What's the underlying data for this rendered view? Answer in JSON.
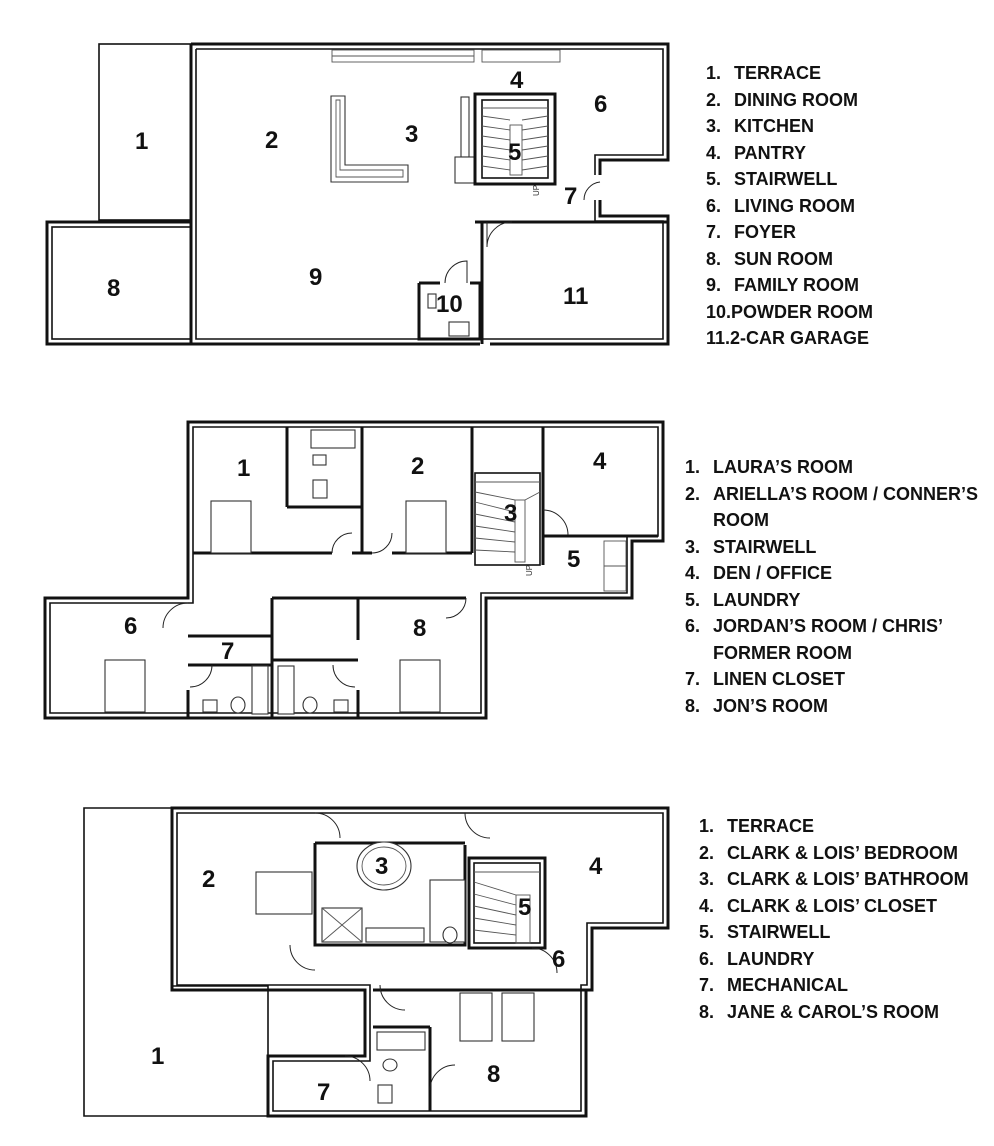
{
  "floors": [
    {
      "room_numbers": [
        "1",
        "2",
        "3",
        "4",
        "5",
        "6",
        "7",
        "8",
        "9",
        "10",
        "11"
      ],
      "stair_up_label": "UP",
      "legend": [
        {
          "num": "1.",
          "label": "TERRACE"
        },
        {
          "num": "2.",
          "label": "DINING ROOM"
        },
        {
          "num": "3.",
          "label": "KITCHEN"
        },
        {
          "num": "4.",
          "label": "PANTRY"
        },
        {
          "num": "5.",
          "label": "STAIRWELL"
        },
        {
          "num": "6.",
          "label": "LIVING ROOM"
        },
        {
          "num": "7.",
          "label": "FOYER"
        },
        {
          "num": "8.",
          "label": "SUN ROOM"
        },
        {
          "num": "9.",
          "label": "FAMILY ROOM"
        },
        {
          "num": "10.",
          "label": "POWDER ROOM"
        },
        {
          "num": "11.",
          "label": "2-CAR GARAGE"
        }
      ]
    },
    {
      "room_numbers": [
        "1",
        "2",
        "3",
        "4",
        "5",
        "6",
        "7",
        "8"
      ],
      "stair_up_label": "UP",
      "legend": [
        {
          "num": "1.",
          "label": "LAURA’S ROOM",
          "label2": ""
        },
        {
          "num": "2.",
          "label": "ARIELLA’S ROOM / CONNER’S",
          "label2": "ROOM"
        },
        {
          "num": "3.",
          "label": "STAIRWELL",
          "label2": ""
        },
        {
          "num": "4.",
          "label": "DEN / OFFICE",
          "label2": ""
        },
        {
          "num": "5.",
          "label": "LAUNDRY",
          "label2": ""
        },
        {
          "num": "6.",
          "label": "JORDAN’S ROOM / CHRIS’",
          "label2": "FORMER ROOM"
        },
        {
          "num": "7.",
          "label": "LINEN CLOSET",
          "label2": ""
        },
        {
          "num": "8.",
          "label": "JON’S ROOM",
          "label2": ""
        }
      ]
    },
    {
      "room_numbers": [
        "1",
        "2",
        "3",
        "4",
        "5",
        "6",
        "7",
        "8"
      ],
      "legend": [
        {
          "num": "1.",
          "label": "TERRACE"
        },
        {
          "num": "2.",
          "label": "CLARK & LOIS’ BEDROOM"
        },
        {
          "num": "3.",
          "label": "CLARK & LOIS’ BATHROOM"
        },
        {
          "num": "4.",
          "label": "CLARK & LOIS’ CLOSET"
        },
        {
          "num": "5.",
          "label": "STAIRWELL"
        },
        {
          "num": "6.",
          "label": "LAUNDRY"
        },
        {
          "num": "7.",
          "label": "MECHANICAL"
        },
        {
          "num": "8.",
          "label": "JANE & CAROL’S ROOM"
        }
      ]
    }
  ]
}
